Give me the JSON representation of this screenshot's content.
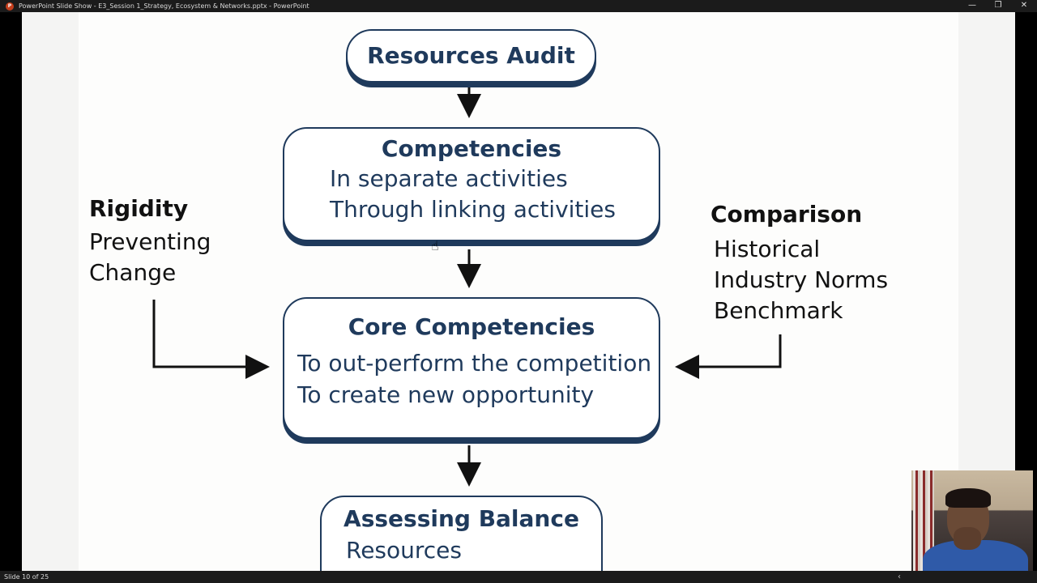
{
  "window": {
    "title": "PowerPoint Slide Show  -  E3_Session 1_Strategy, Ecosystem & Networks.pptx - PowerPoint",
    "app_icon": "powerpoint-icon",
    "controls": {
      "minimize": "—",
      "restore": "❐",
      "close": "✕"
    }
  },
  "slide": {
    "resources_audit": {
      "title": "Resources Audit"
    },
    "competencies": {
      "title": "Competencies",
      "lines": [
        "In separate activities",
        "Through linking activities"
      ]
    },
    "core_competencies": {
      "title": "Core Competencies",
      "lines": [
        "To out-perform the competition",
        "To create new opportunity"
      ]
    },
    "assessing_balance": {
      "title": "Assessing Balance",
      "lines": [
        "Resources"
      ]
    },
    "rigidity": {
      "title": "Rigidity",
      "lines": [
        "Preventing",
        "Change"
      ]
    },
    "comparison": {
      "title": "Comparison",
      "lines": [
        "Historical",
        "Industry Norms",
        "Benchmark"
      ]
    }
  },
  "status": {
    "slide_indicator": "Slide 10 of 25"
  },
  "colors": {
    "box_border": "#1f3a5c",
    "titlebar": "#1b1b1b"
  }
}
